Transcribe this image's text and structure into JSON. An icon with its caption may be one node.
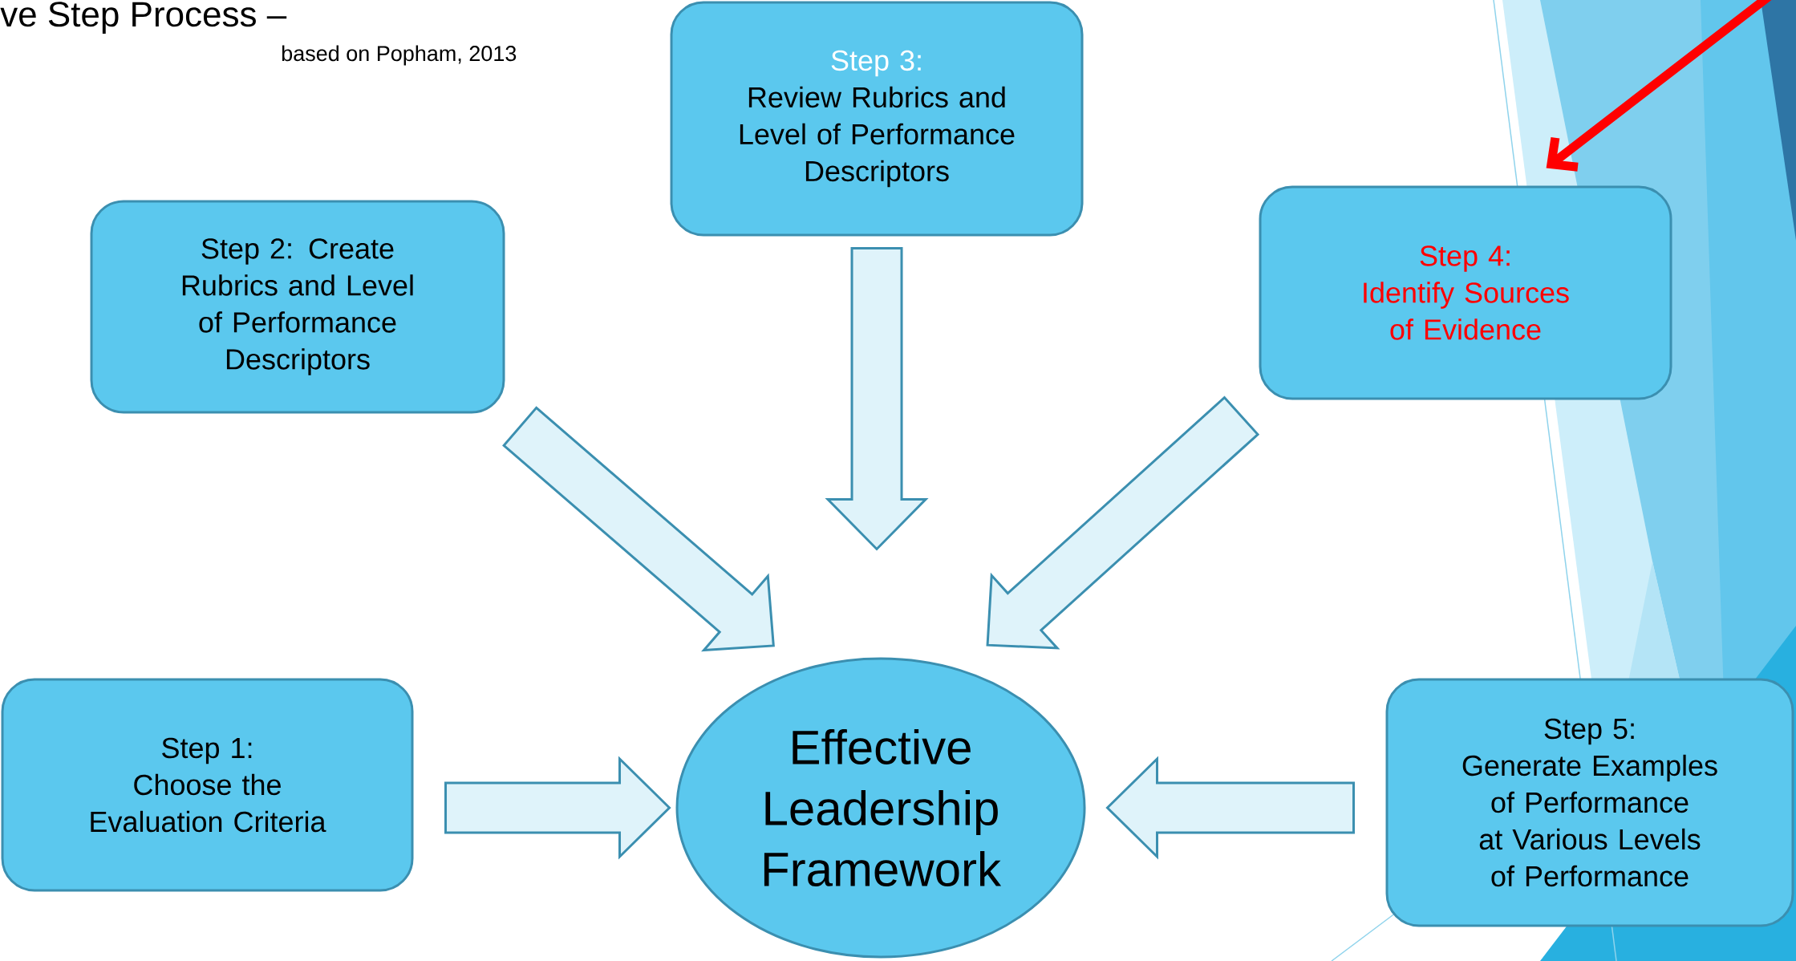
{
  "diagram": {
    "title": "ve Step Process –",
    "nodes": [
      {
        "text": [
          "Step 1:",
          "Choose the Evaluation Criteria"
        ]
      },
      {
        "text": [
          "Step 2: Create Rubrics and Level of Performance Descriptors"
        ]
      },
      {
        "text": [
          "Step 3:",
          "Review Rubrics and Level of Performance Descriptors"
        ]
      },
      {
        "text": [
          "Step 4:",
          "Identify Sources of Evidence"
        ]
      },
      {
        "text": [
          "Step 5:",
          "Generate Examples of Performance at Various Levels of Performance"
        ]
      },
      {
        "text": [
          "Effective Leadership Framework"
        ]
      }
    ],
    "edges": [
      {
        "from": 0,
        "to": 5,
        "arrow": "to"
      },
      {
        "from": 1,
        "to": 5,
        "arrow": "to"
      },
      {
        "from": 2,
        "to": 5,
        "arrow": "to"
      },
      {
        "from": 3,
        "to": 5,
        "arrow": "to"
      },
      {
        "from": 4,
        "to": 5,
        "arrow": "to"
      },
      {
        "from": null,
        "to": 3,
        "arrow": "to",
        "color": "#ff0000"
      }
    ],
    "labels": [
      "based on Popham, 2013"
    ]
  }
}
